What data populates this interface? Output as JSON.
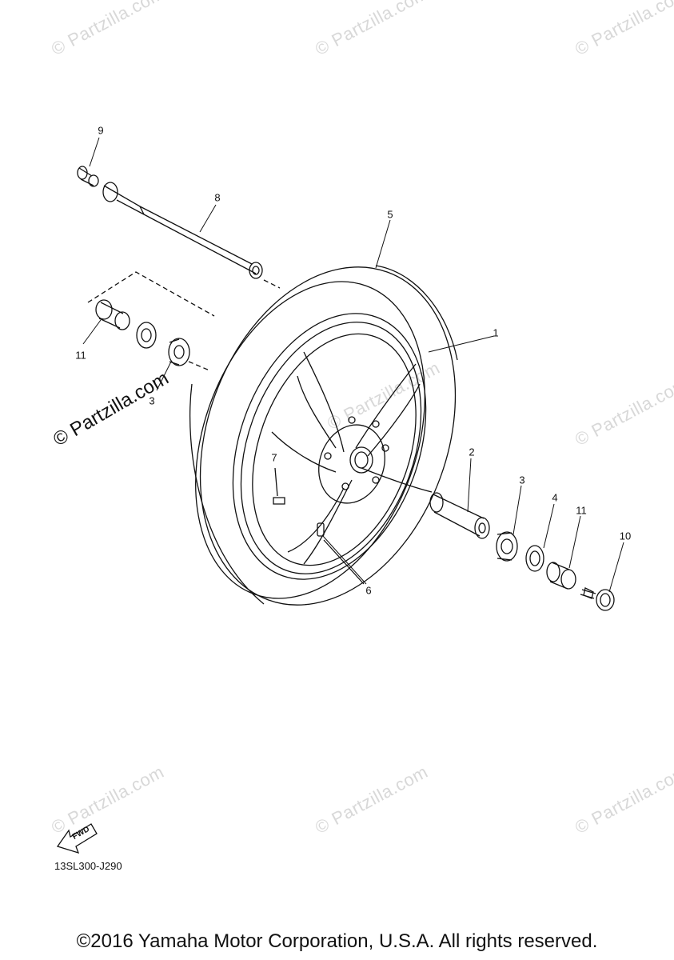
{
  "watermark": "© Partzilla.com",
  "watermark_bold": "© Partzilla.com",
  "callouts": {
    "c1": "1",
    "c2": "2",
    "c3a": "3",
    "c3b": "3",
    "c4": "4",
    "c5": "5",
    "c6": "6",
    "c7": "7",
    "c8": "8",
    "c9": "9",
    "c10": "10",
    "c11a": "11",
    "c11b": "11"
  },
  "fwd_label": "FWD",
  "diagram_code": "13SL300-J290",
  "copyright": "©2016 Yamaha Motor Corporation, U.S.A. All rights reserved."
}
